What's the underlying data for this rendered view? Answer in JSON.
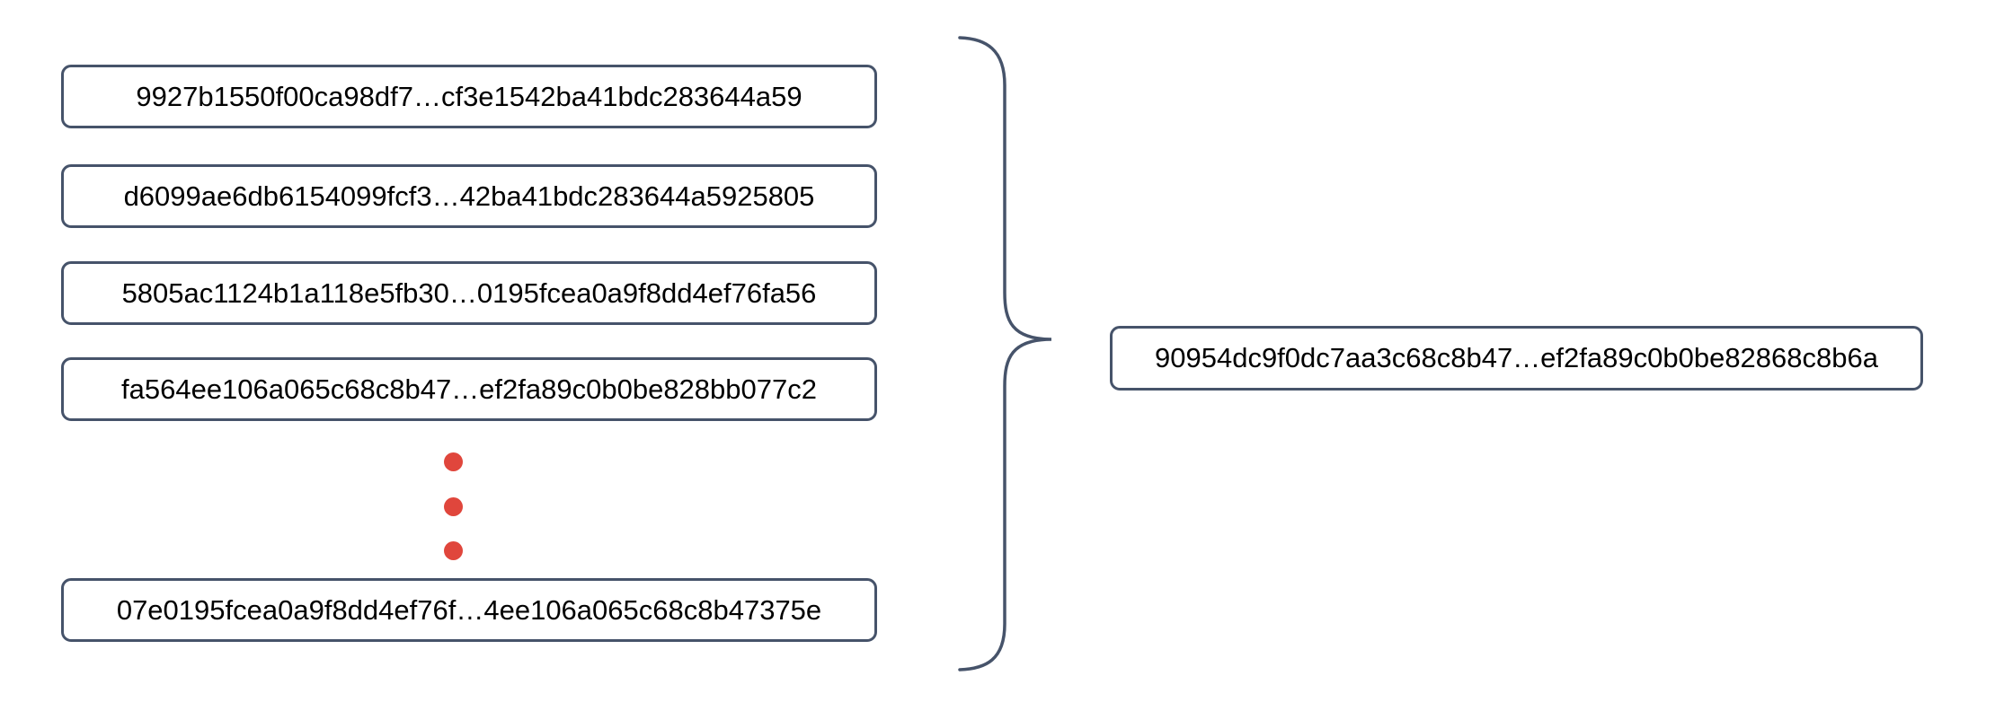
{
  "diagram": {
    "input_blocks": [
      "9927b1550f00ca98df7…cf3e1542ba41bdc283644a59",
      "d6099ae6db6154099fcf3…42ba41bdc283644a5925805",
      "5805ac1124b1a118e5fb30…0195fcea0a9f8dd4ef76fa56",
      "fa564ee106a065c68c8b47…ef2fa89c0b0be828bb077c2",
      "07e0195fcea0a9f8dd4ef76f…4ee106a065c68c8b47375e"
    ],
    "output_block": "90954dc9f0dc7aa3c68c8b47…ef2fa89c0b0be82868c8b6a",
    "ellipsis": {
      "dot_count": 3,
      "dot_color": "#e0463c"
    },
    "colors": {
      "box_border": "#46536a",
      "brace": "#46536a",
      "text": "#000000",
      "background": "#ffffff"
    }
  }
}
